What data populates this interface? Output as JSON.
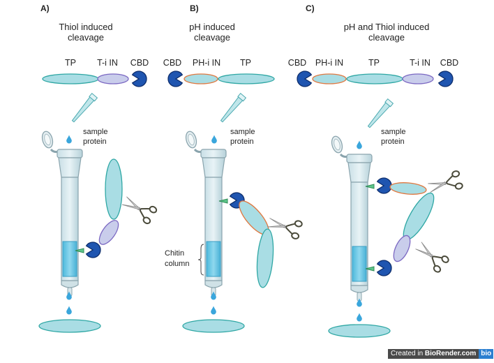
{
  "panels": [
    {
      "letter": "A)",
      "title_lines": [
        "Thiol induced",
        "cleavage"
      ],
      "domains": [
        "TP",
        "T-i IN",
        "CBD"
      ],
      "sample_label": [
        "sample",
        "protein"
      ]
    },
    {
      "letter": "B)",
      "title_lines": [
        "pH induced",
        "cleavage"
      ],
      "domains": [
        "CBD",
        "PH-i IN",
        "TP"
      ],
      "sample_label": [
        "sample",
        "protein"
      ],
      "column_label": [
        "Chitin",
        "column"
      ]
    },
    {
      "letter": "C)",
      "title_lines": [
        "pH and Thiol induced",
        "cleavage"
      ],
      "domains": [
        "CBD",
        "PH-i IN",
        "TP",
        "T-i IN",
        "CBD"
      ],
      "sample_label": [
        "sample",
        "protein"
      ]
    }
  ],
  "footer": {
    "prefix": "Created in ",
    "brand": "BioRender.com",
    "logo": "bio"
  },
  "colors": {
    "tp_fill": "#a9dde4",
    "tp_stroke": "#2fa7a4",
    "ti_fill": "#c9cdeb",
    "ti_stroke": "#7b68c2",
    "ph_fill": "#a9dde4",
    "ph_stroke": "#e07840",
    "cbd_fill": "#1f55b0",
    "cbd_stroke": "#0e2e6c",
    "drop": "#3aa6dc",
    "column_fill": "#6cc8e3"
  },
  "icons": [
    "pipette-icon",
    "scissors-icon",
    "water-drop-icon",
    "chromatography-column-icon"
  ]
}
